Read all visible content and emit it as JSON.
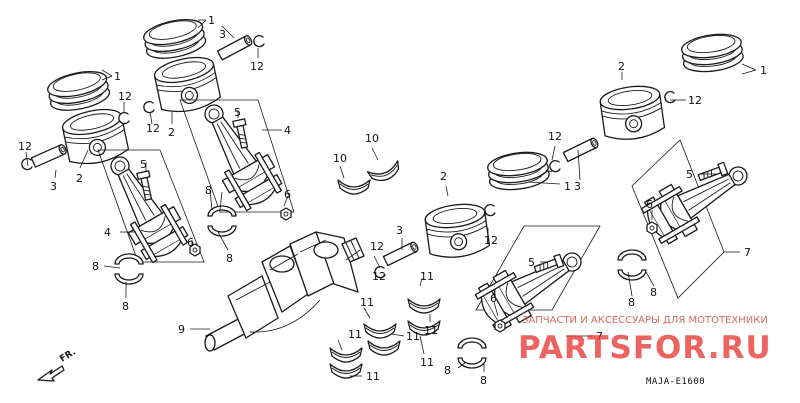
{
  "callouts": {
    "ring": "1",
    "piston": "2",
    "pin": "3",
    "rod_front": "4",
    "bolt": "5",
    "nut": "6",
    "rod_rear": "7",
    "rod_bearing": "8",
    "crankshaft": "9",
    "main_bearing_upper": "10",
    "main_bearing_lower": "11",
    "clip": "12"
  },
  "direction_label": "FR.",
  "diagram_code": "MAJA-E1600",
  "watermark": {
    "caption": "ЗАПЧАСТИ И АКСЕССУАРЫ ДЛЯ МОТОТЕХНИКИ",
    "logo_text": "PARTSFOR.RU"
  }
}
